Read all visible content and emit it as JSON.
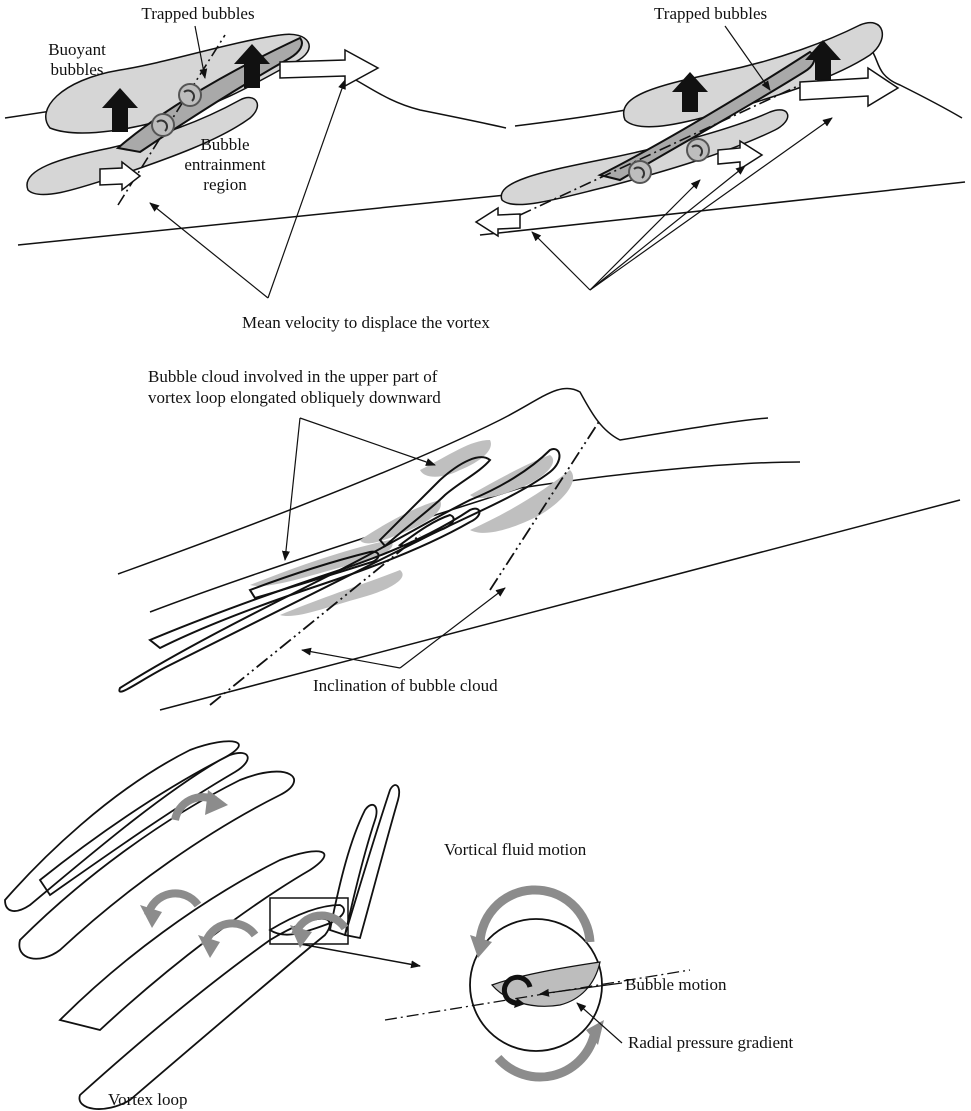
{
  "panel_top": {
    "left": {
      "trapped_label": "Trapped bubbles",
      "buoyant_label": "Buoyant\nbubbles",
      "entrainment_label": "Bubble\nentrainment\nregion"
    },
    "right": {
      "trapped_label": "Trapped bubbles"
    },
    "shared_caption": "Mean velocity to displace the vortex"
  },
  "panel_middle": {
    "cloud_label": "Bubble cloud involved in the upper part of\nvortex loop elongated obliquely downward",
    "inclination_label": "Inclination of bubble cloud"
  },
  "panel_bottom": {
    "vortical_label": "Vortical fluid motion",
    "bubble_motion_label": "Bubble motion",
    "pressure_label": "Radial pressure gradient",
    "loop_label": "Vortex loop"
  },
  "colors": {
    "ink": "#111111",
    "bubble_fill": "#d6d6d6",
    "trapped_fill": "#a9a9a9",
    "arrow_gray": "#8c8c8c"
  }
}
